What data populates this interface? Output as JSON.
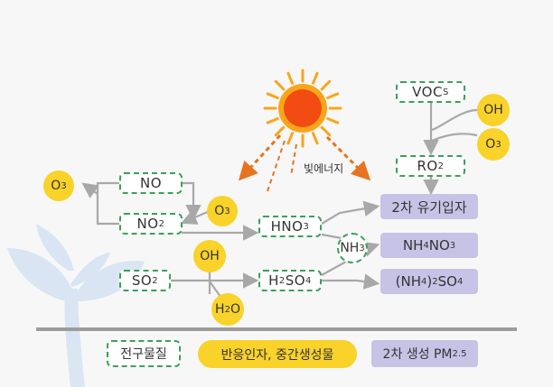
{
  "colors": {
    "precursor_border": "#3aa05a",
    "reactant_fill": "#f9d22a",
    "product_fill": "#c7c3e6",
    "arrow": "#a8a8a8",
    "light_arrow": "#e8731e",
    "sun_core": "#f24c12",
    "sun_rays": "#f9a51a",
    "plant": "#d6e4f2"
  },
  "sun": {
    "icon": "sun-icon",
    "label": "빛에너지"
  },
  "precursors": {
    "no": "NO",
    "no2": {
      "main": "NO",
      "sub": "2"
    },
    "so2": {
      "main": "SO",
      "sub": "2"
    },
    "vocs": {
      "main": "VOC",
      "sub": "S"
    },
    "ro2": {
      "main": "RO",
      "sub": "2"
    },
    "hno3": {
      "pre": "HNO",
      "sub": "3"
    },
    "h2so4": {
      "pre": "H",
      "sub1": "2",
      "mid": "SO",
      "sub2": "4"
    }
  },
  "reactants": {
    "o3_left": {
      "main": "O",
      "sub": "3"
    },
    "o3_mid": {
      "main": "O",
      "sub": "3"
    },
    "o3_right": {
      "main": "O",
      "sub": "3"
    },
    "oh_mid": "OH",
    "oh_right": "OH",
    "h2o": {
      "pre": "H",
      "sub": "2",
      "post": "O"
    },
    "nh3": {
      "main": "NH",
      "sub": "3"
    }
  },
  "products": {
    "organic": "2차 유기입자",
    "nh4no3": {
      "a": "NH",
      "b": "4",
      "c": "NO",
      "d": "3"
    },
    "nh4so4": {
      "a": "(NH",
      "b": "4",
      "c": ")",
      "d": "2",
      "e": "SO",
      "f": "4"
    }
  },
  "legend": {
    "precursor": "전구물질",
    "reactant": "반응인자, 중간생성물",
    "product_main": "2차 생성 PM",
    "product_sub": "2.5"
  }
}
